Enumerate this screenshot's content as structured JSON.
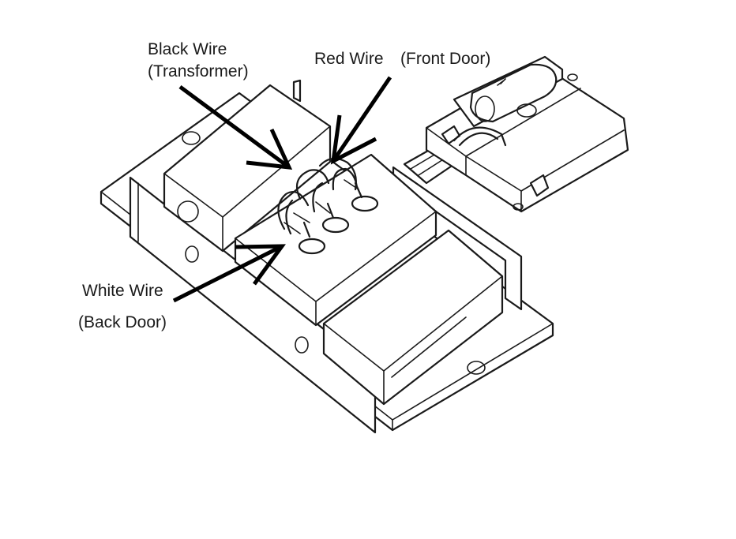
{
  "labels": {
    "black_wire": "Black Wire",
    "black_wire_sub": "(Transformer)",
    "red_wire": "Red Wire",
    "red_wire_sub": "(Front Door)",
    "white_wire": "White Wire",
    "white_wire_sub": "(Back Door)"
  },
  "colors": {
    "line": "#1a1a1a",
    "background": "#ffffff"
  }
}
